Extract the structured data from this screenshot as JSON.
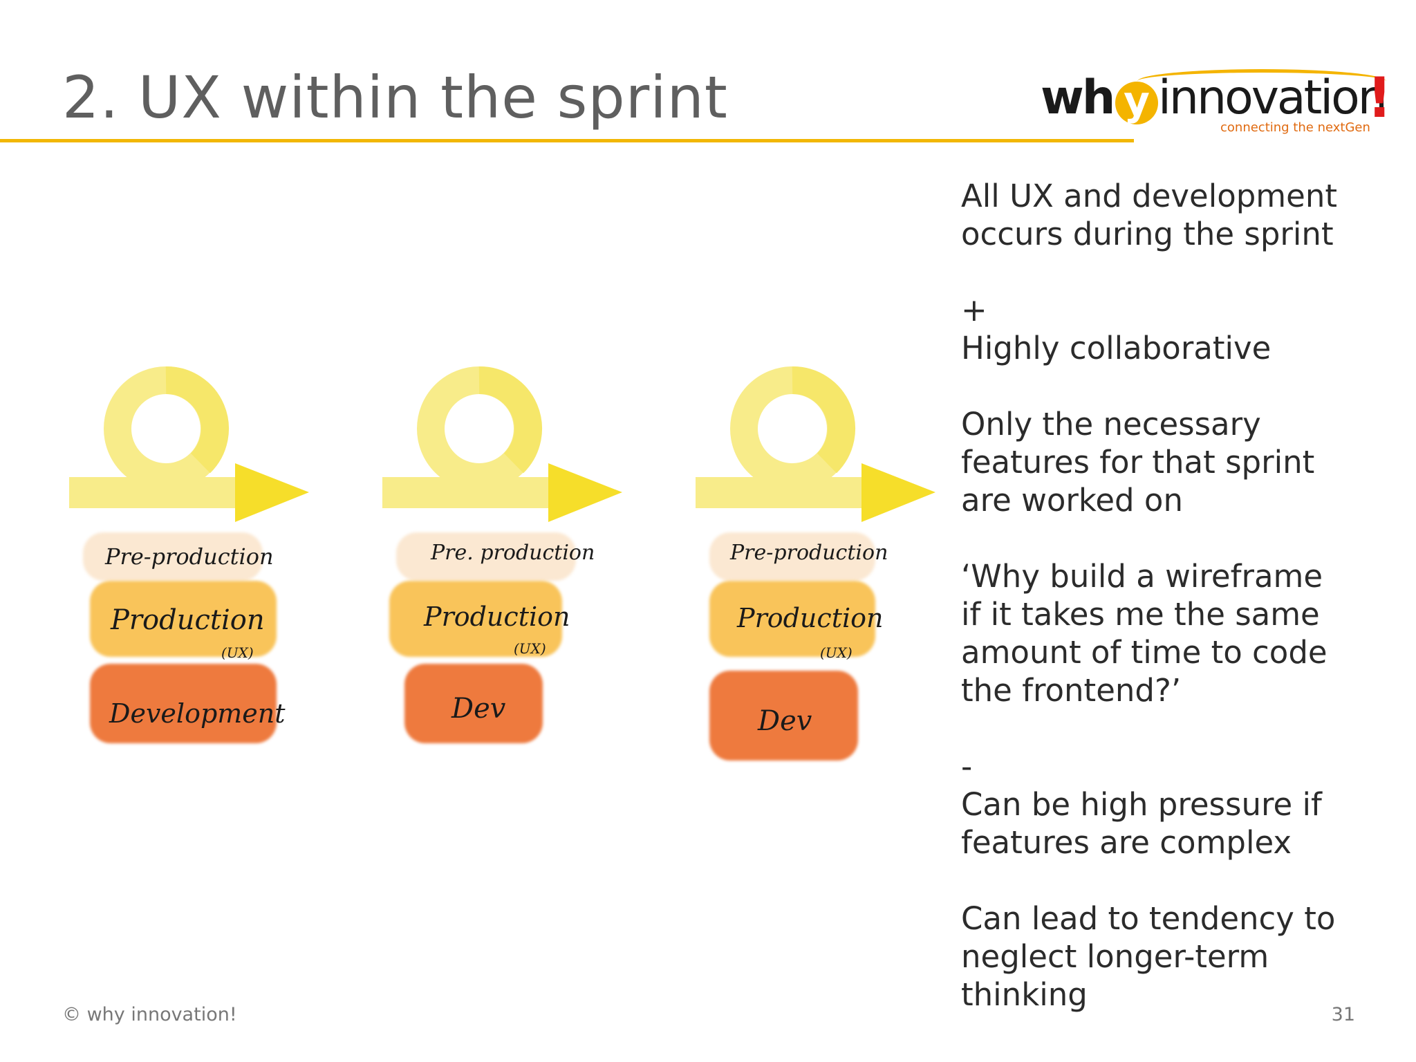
{
  "header": {
    "title": "2. UX within the sprint"
  },
  "logo": {
    "why": "wh",
    "y": "y",
    "innovation": "innovation",
    "bang": "!",
    "tagline": "connecting the nextGen"
  },
  "bullets": [
    "All UX and development",
    "occurs during the sprint",
    "",
    "+",
    "Highly collaborative",
    "",
    "Only the necessary",
    "features for that sprint",
    "are worked on",
    "",
    "‘Why build a wireframe",
    "if it takes me the same",
    "amount of time to code",
    "the frontend?’",
    "",
    "-",
    "Can be high pressure if",
    "features are complex",
    "",
    "Can lead to tendency to",
    "neglect longer-term",
    "thinking"
  ],
  "diagram": {
    "sprints": [
      {
        "preproduction": "Pre-production",
        "production": "Production",
        "ux": "(UX)",
        "dev": "Development"
      },
      {
        "preproduction": "Pre. production",
        "production": "Production",
        "ux": "(UX)",
        "dev": "Dev"
      },
      {
        "preproduction": "Pre-production",
        "production": "Production",
        "ux": "(UX)",
        "dev": "Dev"
      }
    ],
    "colors": {
      "loop_light": "#f8ec8a",
      "loop_dark": "#f6de2a",
      "preproduction": "#fbe8d2",
      "production": "#f9c45a",
      "dev": "#ee7a3e"
    }
  },
  "footer": {
    "copyright": "© why innovation!",
    "page_number": "31"
  }
}
